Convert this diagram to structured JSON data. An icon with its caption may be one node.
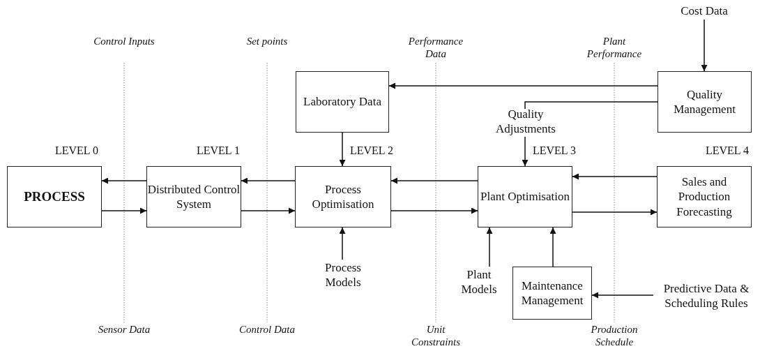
{
  "diagram": {
    "nodes": [
      {
        "text": [
          "PROCESS"
        ]
      },
      {
        "text": [
          "Distributed Control System"
        ]
      },
      {
        "text": [
          "Process Optimisation"
        ]
      },
      {
        "text": [
          "Plant Optimisation"
        ]
      },
      {
        "text": [
          "Sales and Production Forecasting"
        ]
      },
      {
        "text": [
          "Laboratory Data"
        ]
      },
      {
        "text": [
          "Quality Management"
        ]
      },
      {
        "text": [
          "Maintenance Management"
        ]
      },
      {
        "text": [
          "Cost Data"
        ]
      },
      {
        "text": [
          "Quality Adjustments"
        ]
      },
      {
        "text": [
          "Process Models"
        ]
      },
      {
        "text": [
          "Plant Models"
        ]
      },
      {
        "text": [
          "Predictive Data & Scheduling Rules"
        ]
      }
    ],
    "edges": [
      {
        "from": 1,
        "to": 0,
        "arrow": "to"
      },
      {
        "from": 0,
        "to": 1,
        "arrow": "to"
      },
      {
        "from": 2,
        "to": 1,
        "arrow": "to"
      },
      {
        "from": 1,
        "to": 2,
        "arrow": "to"
      },
      {
        "from": 3,
        "to": 2,
        "arrow": "to"
      },
      {
        "from": 2,
        "to": 3,
        "arrow": "to"
      },
      {
        "from": 4,
        "to": 3,
        "arrow": "to"
      },
      {
        "from": 3,
        "to": 4,
        "arrow": "to"
      },
      {
        "from": 5,
        "to": 2,
        "arrow": "to"
      },
      {
        "from": 6,
        "to": 5,
        "arrow": "to"
      },
      {
        "from": 6,
        "to": 9,
        "arrow": "none"
      },
      {
        "from": 8,
        "to": 6,
        "arrow": "to"
      },
      {
        "from": 9,
        "to": 3,
        "arrow": "to"
      },
      {
        "from": 10,
        "to": 2,
        "arrow": "to"
      },
      {
        "from": 11,
        "to": 3,
        "arrow": "to"
      },
      {
        "from": 7,
        "to": 3,
        "arrow": "to"
      },
      {
        "from": 12,
        "to": 7,
        "arrow": "to"
      }
    ],
    "labels": [
      "Control Inputs",
      "Set points",
      "Performance Data",
      "Plant Performance",
      "LEVEL 0",
      "LEVEL 1",
      "LEVEL 2",
      "LEVEL 3",
      "LEVEL 4",
      "Sensor Data",
      "Control Data",
      "Unit Constraints",
      "Production Schedule"
    ]
  }
}
